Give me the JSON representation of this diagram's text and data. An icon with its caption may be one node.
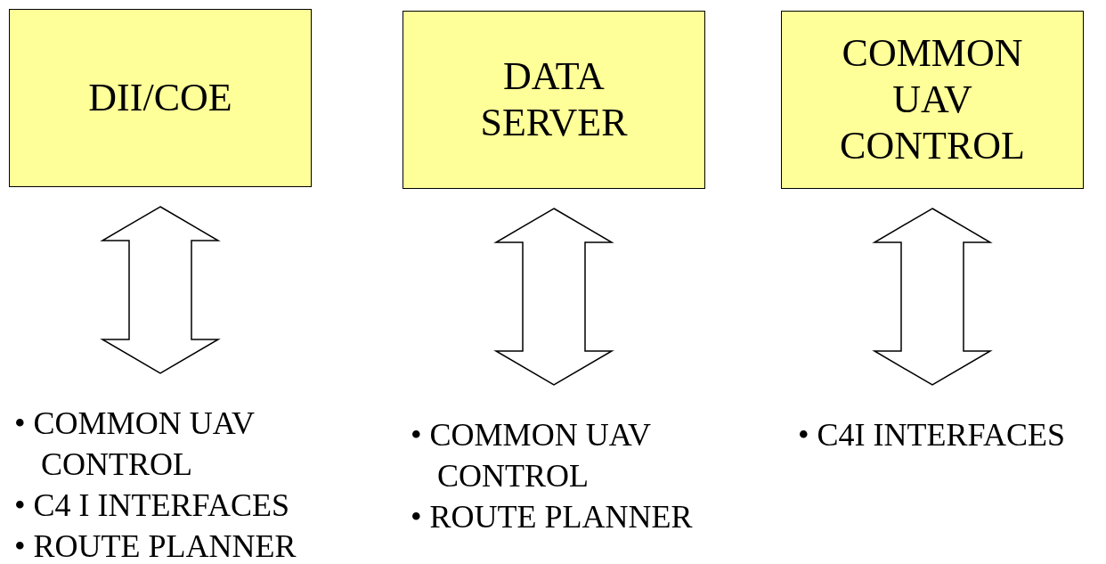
{
  "diagram": {
    "nodes": [
      {
        "text": [
          "DII/COE"
        ]
      },
      {
        "text": [
          "DATA SERVER"
        ]
      },
      {
        "text": [
          "COMMON UAV CONTROL"
        ]
      },
      {
        "text": [
          "• COMMON UAV CONTROL",
          "• C4 I INTERFACES",
          "• ROUTE PLANNER"
        ]
      },
      {
        "text": [
          "• COMMON UAV CONTROL",
          "• ROUTE PLANNER"
        ]
      },
      {
        "text": [
          "• C4I INTERFACES"
        ]
      }
    ],
    "edges": [
      {
        "from": 0,
        "to": 3,
        "arrow": "both"
      },
      {
        "from": 1,
        "to": 4,
        "arrow": "both"
      },
      {
        "from": 2,
        "to": 5,
        "arrow": "both"
      }
    ]
  }
}
